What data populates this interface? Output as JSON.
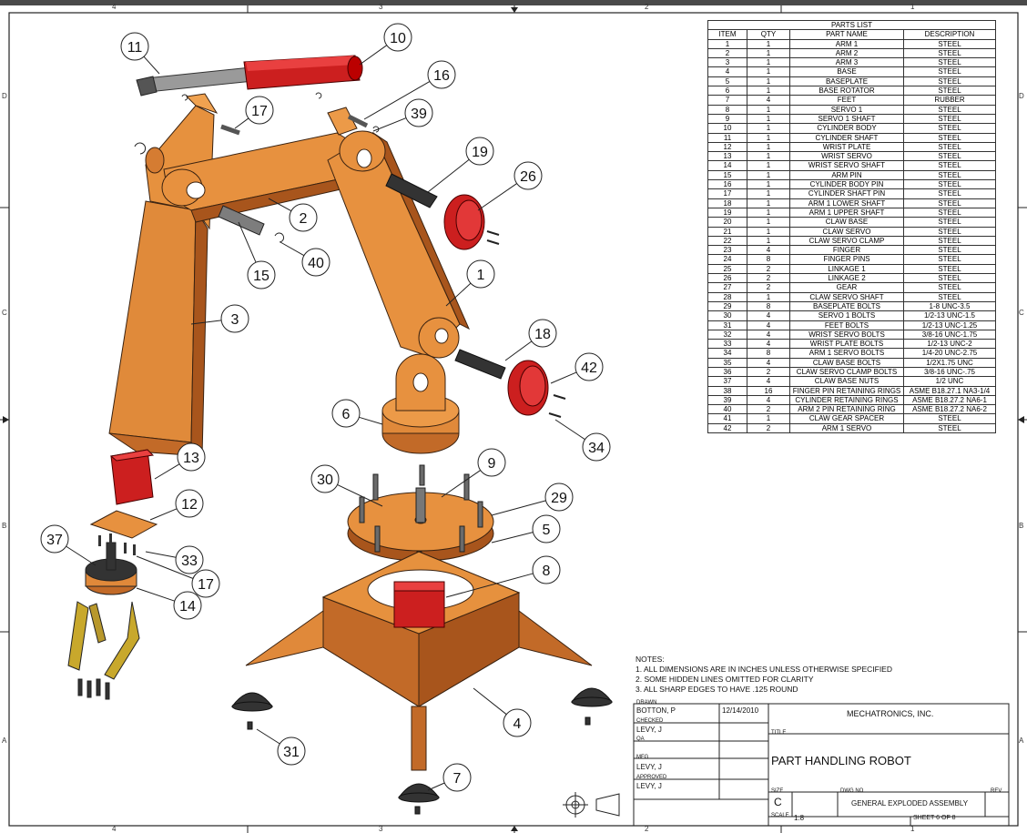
{
  "border": {
    "top_zones": [
      "4",
      "3",
      "2",
      "1"
    ],
    "bottom_zones": [
      "4",
      "3",
      "2",
      "1"
    ],
    "left_zones": [
      "D",
      "C",
      "B",
      "A"
    ],
    "right_zones": [
      "D",
      "C",
      "B",
      "A"
    ]
  },
  "balloons": [
    "11",
    "10",
    "16",
    "17",
    "39",
    "19",
    "26",
    "2",
    "15",
    "40",
    "1",
    "3",
    "18",
    "42",
    "6",
    "34",
    "9",
    "30",
    "29",
    "5",
    "13",
    "12",
    "37",
    "33",
    "17",
    "14",
    "8",
    "4",
    "31",
    "7"
  ],
  "parts_list": {
    "title": "PARTS LIST",
    "headers": [
      "ITEM",
      "QTY",
      "PART NAME",
      "DESCRIPTION"
    ],
    "rows": [
      [
        "1",
        "1",
        "ARM 1",
        "STEEL"
      ],
      [
        "2",
        "1",
        "ARM 2",
        "STEEL"
      ],
      [
        "3",
        "1",
        "ARM 3",
        "STEEL"
      ],
      [
        "4",
        "1",
        "BASE",
        "STEEL"
      ],
      [
        "5",
        "1",
        "BASEPLATE",
        "STEEL"
      ],
      [
        "6",
        "1",
        "BASE ROTATOR",
        "STEEL"
      ],
      [
        "7",
        "4",
        "FEET",
        "RUBBER"
      ],
      [
        "8",
        "1",
        "SERVO 1",
        "STEEL"
      ],
      [
        "9",
        "1",
        "SERVO 1 SHAFT",
        "STEEL"
      ],
      [
        "10",
        "1",
        "CYLINDER BODY",
        "STEEL"
      ],
      [
        "11",
        "1",
        "CYLINDER SHAFT",
        "STEEL"
      ],
      [
        "12",
        "1",
        "WRIST PLATE",
        "STEEL"
      ],
      [
        "13",
        "1",
        "WRIST SERVO",
        "STEEL"
      ],
      [
        "14",
        "1",
        "WRIST SERVO SHAFT",
        "STEEL"
      ],
      [
        "15",
        "1",
        "ARM PIN",
        "STEEL"
      ],
      [
        "16",
        "1",
        "CYLINDER BODY PIN",
        "STEEL"
      ],
      [
        "17",
        "1",
        "CYLINDER SHAFT PIN",
        "STEEL"
      ],
      [
        "18",
        "1",
        "ARM 1 LOWER SHAFT",
        "STEEL"
      ],
      [
        "19",
        "1",
        "ARM 1 UPPER SHAFT",
        "STEEL"
      ],
      [
        "20",
        "1",
        "CLAW BASE",
        "STEEL"
      ],
      [
        "21",
        "1",
        "CLAW SERVO",
        "STEEL"
      ],
      [
        "22",
        "1",
        "CLAW SERVO CLAMP",
        "STEEL"
      ],
      [
        "23",
        "4",
        "FINGER",
        "STEEL"
      ],
      [
        "24",
        "8",
        "FINGER PINS",
        "STEEL"
      ],
      [
        "25",
        "2",
        "LINKAGE 1",
        "STEEL"
      ],
      [
        "26",
        "2",
        "LINKAGE 2",
        "STEEL"
      ],
      [
        "27",
        "2",
        "GEAR",
        "STEEL"
      ],
      [
        "28",
        "1",
        "CLAW SERVO SHAFT",
        "STEEL"
      ],
      [
        "29",
        "8",
        "BASEPLATE BOLTS",
        "1-8 UNC-3.5"
      ],
      [
        "30",
        "4",
        "SERVO 1 BOLTS",
        "1/2-13 UNC-1.5"
      ],
      [
        "31",
        "4",
        "FEET BOLTS",
        "1/2-13 UNC-1.25"
      ],
      [
        "32",
        "4",
        "WRIST SERVO BOLTS",
        "3/8-16 UNC-1.75"
      ],
      [
        "33",
        "4",
        "WRIST PLATE BOLTS",
        "1/2-13 UNC-2"
      ],
      [
        "34",
        "8",
        "ARM 1 SERVO BOLTS",
        "1/4-20 UNC-2.75"
      ],
      [
        "35",
        "4",
        "CLAW BASE BOLTS",
        "1/2X1.75 UNC"
      ],
      [
        "36",
        "2",
        "CLAW SERVO CLAMP BOLTS",
        "3/8-16 UNC-.75"
      ],
      [
        "37",
        "4",
        "CLAW BASE NUTS",
        "1/2 UNC"
      ],
      [
        "38",
        "16",
        "FINGER PIN RETAINING RINGS",
        "ASME B18.27.1 NA3-1/4"
      ],
      [
        "39",
        "4",
        "CYLINDER RETAINING RINGS",
        "ASME B18.27.2 NA6-1"
      ],
      [
        "40",
        "2",
        "ARM 2 PIN RETAINING RING",
        "ASME B18.27.2 NA6-2"
      ],
      [
        "41",
        "1",
        "CLAW GEAR SPACER",
        "STEEL"
      ],
      [
        "42",
        "2",
        "ARM 1 SERVO",
        "STEEL"
      ]
    ]
  },
  "notes": {
    "heading": "NOTES:",
    "items": [
      "1. ALL DIMENSIONS ARE IN INCHES UNLESS OTHERWISE SPECIFIED",
      "2. SOME HIDDEN LINES OMITTED FOR CLARITY",
      "3. ALL SHARP EDGES TO HAVE .125 ROUND"
    ]
  },
  "title_block": {
    "drawn_label": "DRAWN",
    "drawn_by": "BOTTON, P",
    "date": "12/14/2010",
    "checked_label": "CHECKED",
    "checked_by": "LEVY, J",
    "qa_label": "QA",
    "mfg_label": "MFG",
    "mfg_by": "LEVY, J",
    "approved_label": "APPROVED",
    "approved_by": "LEVY, J",
    "company": "MECHATRONICS, INC.",
    "title_label": "TITLE",
    "title": "PART HANDLING ROBOT",
    "size_label": "SIZE",
    "size": "C",
    "dwg_no_label": "DWG NO",
    "dwg_no": "GENERAL EXPLODED ASSEMBLY",
    "rev_label": "REV",
    "scale_label": "SCALE",
    "scale": "1:8",
    "sheet": "SHEET 6  OF 8"
  },
  "colors": {
    "orange": "#e0893a",
    "orange_dark": "#a8551c",
    "red": "#cc1f1f",
    "gray": "#8a8a8a",
    "dark": "#333333"
  }
}
